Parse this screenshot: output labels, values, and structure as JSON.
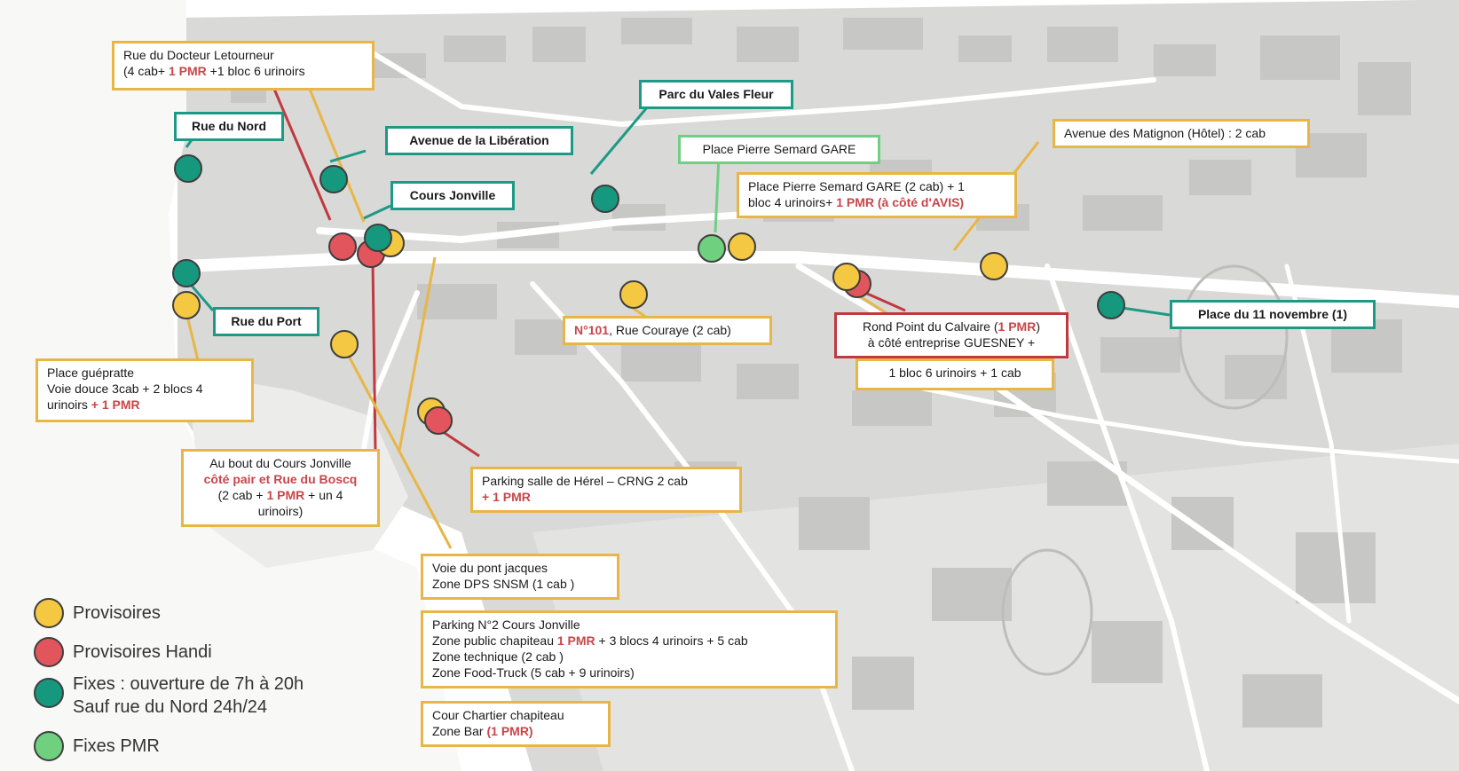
{
  "colors": {
    "provisoire": "#f5c842",
    "provisoire_handi": "#e2555c",
    "fixe": "#16987e",
    "fixe_pmr": "#6fd07f",
    "label_border_yellow": "#e8b646",
    "label_border_teal": "#1d9a86",
    "label_border_green": "#6fcf84",
    "label_border_red": "#c0393f",
    "pmr_text": "#c8464a"
  },
  "labels": {
    "rue_docteur": {
      "line1": "Rue du Docteur Letourneur",
      "line2a": "(4 cab+ ",
      "line2b": "1 PMR",
      "line2c": " +1 bloc 6 urinoirs"
    },
    "rue_nord": "Rue du Nord",
    "avenue_liberation": "Avenue de la Libération",
    "cours_jonville": "Cours Jonville",
    "parc_vales": "Parc du Vales Fleur",
    "place_semard_green": "Place Pierre Semard GARE",
    "place_semard_yellow": {
      "line1": "Place Pierre Semard GARE (2 cab) + 1",
      "line2a": "bloc 4 urinoirs+ ",
      "line2b": "1 PMR (à côté d'AVIS)"
    },
    "avenue_matignon": "Avenue des Matignon (Hôtel) : 2 cab",
    "rue_port": "Rue du Port",
    "place_gueprattе": {
      "line1": "Place guépratte",
      "line2": "Voie douce  3cab + 2 blocs 4",
      "line3a": "urinoirs ",
      "line3b": "+ 1 PMR"
    },
    "rue_couraye": {
      "part1": "N°101",
      "part2": ", Rue Couraye (2 cab)"
    },
    "rond_point": {
      "line1a": "Rond Point du Calvaire (",
      "line1b": "1 PMR",
      "line1c": ")",
      "line2": "à côté entreprise GUESNEY +"
    },
    "rond_point_bloc": "1 bloc  6 urinoirs + 1 cab",
    "place_11_nov": "Place du 11 novembre (1)",
    "bout_cours": {
      "line1": "Au bout du Cours Jonville",
      "line2": "côté pair et Rue du Boscq",
      "line3a": "(2 cab + ",
      "line3b": "1 PMR",
      "line3c": " +  un 4",
      "line4": "urinoirs)"
    },
    "parking_herel": {
      "line1": "Parking salle de Hérel – CRNG 2 cab",
      "line2": "+ 1 PMR"
    },
    "voie_pont": {
      "line1": "Voie du pont jacques",
      "line2": "Zone DPS  SNSM (1 cab )"
    },
    "parking_n2": {
      "line1": "Parking N°2 Cours Jonville",
      "line2a": "Zone public chapiteau ",
      "line2b": "1 PMR",
      "line2c": " + 3 blocs 4 urinoirs + 5 cab",
      "line3": "Zone technique (2 cab )",
      "line4": "Zone Food-Truck (5 cab + 9 urinoirs)"
    },
    "cour_chartier": {
      "line1": "Cour Chartier chapiteau",
      "line2a": "Zone Bar ",
      "line2b": "(1 PMR)"
    }
  },
  "legend": [
    {
      "label": "Provisoires",
      "color": "#f5c842"
    },
    {
      "label": "Provisoires Handi",
      "color": "#e2555c"
    },
    {
      "label": "Fixes : ouverture de 7h à 20h",
      "label2": "Sauf rue du Nord 24h/24",
      "color": "#16987e"
    },
    {
      "label": "Fixes PMR",
      "color": "#6fd07f"
    }
  ],
  "markers": [
    {
      "name": "marker-rue-nord",
      "type": "fixe"
    },
    {
      "name": "marker-avenue-liberation",
      "type": "fixe"
    },
    {
      "name": "marker-cours-jonville",
      "type": "fixe"
    },
    {
      "name": "marker-rue-port",
      "type": "fixe"
    },
    {
      "name": "marker-parc-vales",
      "type": "fixe"
    },
    {
      "name": "marker-place-11-novembre",
      "type": "fixe"
    },
    {
      "name": "marker-place-semard-pmr",
      "type": "fixe_pmr"
    },
    {
      "name": "marker-rue-docteur-handi",
      "type": "provisoire_handi"
    },
    {
      "name": "marker-bout-cours-handi",
      "type": "provisoire_handi"
    },
    {
      "name": "marker-parking-herel-handi",
      "type": "provisoire_handi"
    },
    {
      "name": "marker-rond-point-handi",
      "type": "provisoire_handi"
    },
    {
      "name": "marker-cours-jonville-provisoire",
      "type": "provisoire"
    },
    {
      "name": "marker-place-guepratte",
      "type": "provisoire"
    },
    {
      "name": "marker-voie-pont",
      "type": "provisoire"
    },
    {
      "name": "marker-parking-herel",
      "type": "provisoire"
    },
    {
      "name": "marker-place-semard",
      "type": "provisoire"
    },
    {
      "name": "marker-rue-couraye",
      "type": "provisoire"
    },
    {
      "name": "marker-rond-point",
      "type": "provisoire"
    },
    {
      "name": "marker-avenue-matignon",
      "type": "provisoire"
    }
  ]
}
